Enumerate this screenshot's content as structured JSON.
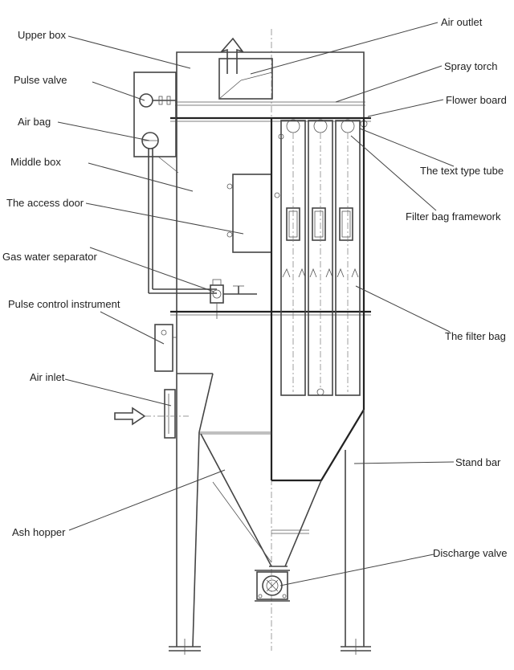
{
  "labels": {
    "upper_box": "Upper box",
    "pulse_valve": "Pulse valve",
    "air_bag": "Air bag",
    "middle_box": "Middle box",
    "access_door": "The access door",
    "gas_water_separator": "Gas water separator",
    "pulse_control_instrument": "Pulse control instrument",
    "air_inlet": "Air inlet",
    "ash_hopper": "Ash hopper",
    "air_outlet": "Air outlet",
    "spray_torch": "Spray torch",
    "flower_board": "Flower board",
    "text_type_tube": "The text type tube",
    "filter_bag_framework": "Filter bag framework",
    "filter_bag": "The filter bag",
    "stand_bar": "Stand bar",
    "discharge_valve": "Discharge valve"
  }
}
